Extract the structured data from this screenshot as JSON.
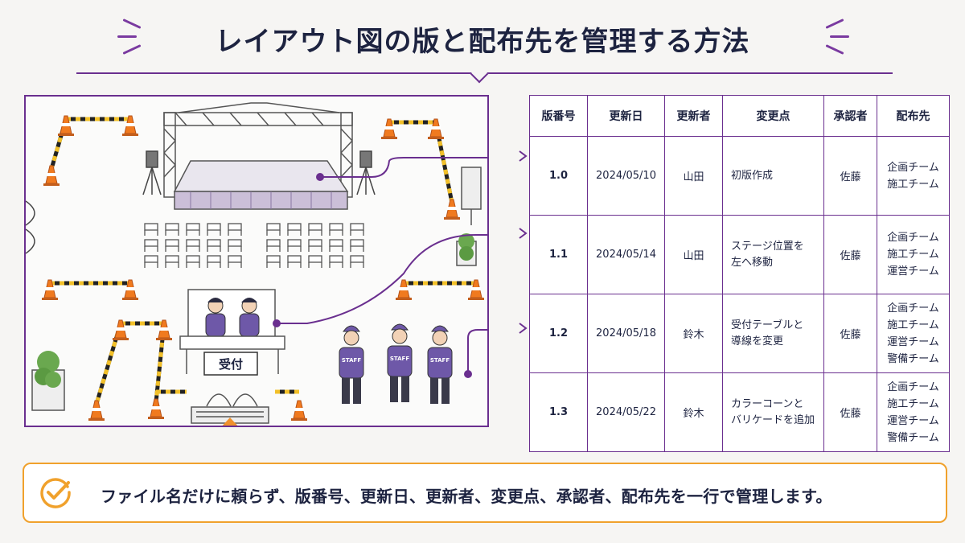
{
  "title": "レイアウト図の版と配布先を管理する方法",
  "venue": {
    "reception_label": "受付",
    "staff_label": "STAFF"
  },
  "table": {
    "headers": [
      "版番号",
      "更新日",
      "更新者",
      "変更点",
      "承認者",
      "配布先"
    ],
    "rows": [
      {
        "version": "1.0",
        "date": "2024/05/10",
        "updater": "山田",
        "change": "初版作成",
        "approver": "佐藤",
        "distribution": "企画チーム\n施工チーム"
      },
      {
        "version": "1.1",
        "date": "2024/05/14",
        "updater": "山田",
        "change": "ステージ位置を\n左へ移動",
        "approver": "佐藤",
        "distribution": "企画チーム\n施工チーム\n運営チーム"
      },
      {
        "version": "1.2",
        "date": "2024/05/18",
        "updater": "鈴木",
        "change": "受付テーブルと\n導線を変更",
        "approver": "佐藤",
        "distribution": "企画チーム\n施工チーム\n運営チーム\n警備チーム"
      },
      {
        "version": "1.3",
        "date": "2024/05/22",
        "updater": "鈴木",
        "change": "カラーコーンと\nバリケードを追加",
        "approver": "佐藤",
        "distribution": "企画チーム\n施工チーム\n運営チーム\n警備チーム"
      }
    ]
  },
  "footer": {
    "text": "ファイル名だけに頼らず、版番号、更新日、更新者、変更点、承認者、配布先を一行で管理します。"
  },
  "colors": {
    "accent": "#6a2f8f",
    "highlight": "#f0a12c",
    "text": "#1d2340",
    "cone": "#f07a1f"
  }
}
